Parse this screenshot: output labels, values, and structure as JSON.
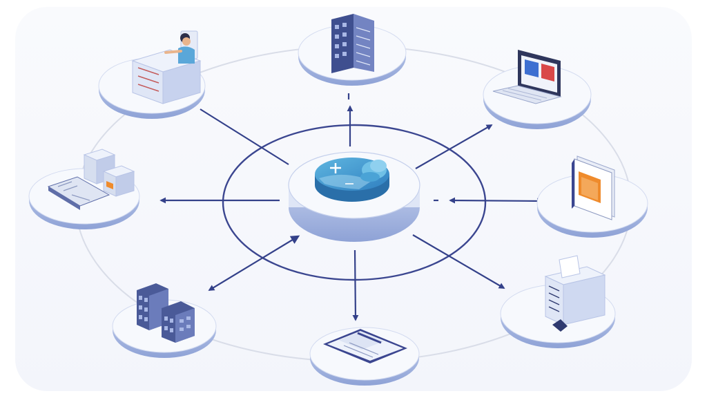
{
  "diagram": {
    "hub": {
      "icon": "central-database-icon",
      "accent": "#3d8fc9"
    },
    "nodes": [
      {
        "id": "office-worker",
        "icon": "person-at-desk-icon"
      },
      {
        "id": "office-building",
        "icon": "office-building-icon"
      },
      {
        "id": "laptop",
        "icon": "laptop-icon"
      },
      {
        "id": "document-book",
        "icon": "document-book-icon"
      },
      {
        "id": "printer",
        "icon": "printer-icon"
      },
      {
        "id": "tablet",
        "icon": "tablet-document-icon"
      },
      {
        "id": "city-buildings",
        "icon": "city-buildings-icon"
      },
      {
        "id": "storage-boxes",
        "icon": "storage-boxes-icon"
      }
    ],
    "colors": {
      "arrow": "#34418a",
      "ring": "#3b4690",
      "platform_top": "#f7f9fd",
      "platform_rim": "#9aabd9",
      "building": "#4a5a98",
      "building_window": "#9fb0de"
    }
  }
}
